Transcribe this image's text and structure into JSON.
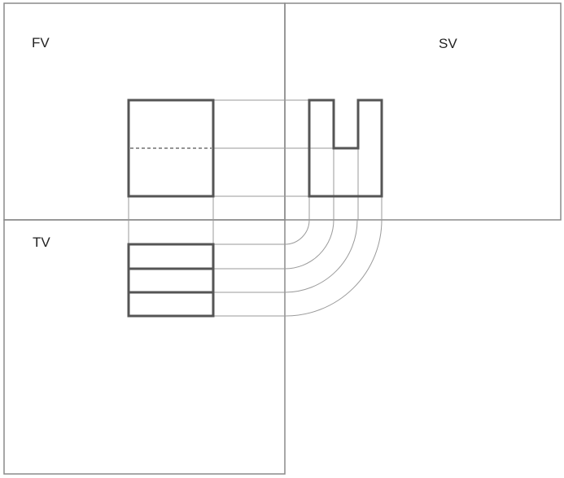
{
  "diagram": {
    "type": "orthographic-projection",
    "labels": {
      "front_view": "FV",
      "side_view": "SV",
      "top_view": "TV"
    },
    "colors": {
      "frame": "#8a8a8a",
      "object_outline": "#555555",
      "projector": "#9a9a9a",
      "text": "#222222"
    },
    "front_view": {
      "shape": "square",
      "hidden_line": "horizontal dashed line at mid-height"
    },
    "side_view": {
      "shape": "U-shape with central slot"
    },
    "top_view": {
      "shape": "rectangle divided into 3 strips"
    },
    "projectors": {
      "transfer_arcs": 4,
      "arc_center": "intersection of view dividers"
    }
  }
}
